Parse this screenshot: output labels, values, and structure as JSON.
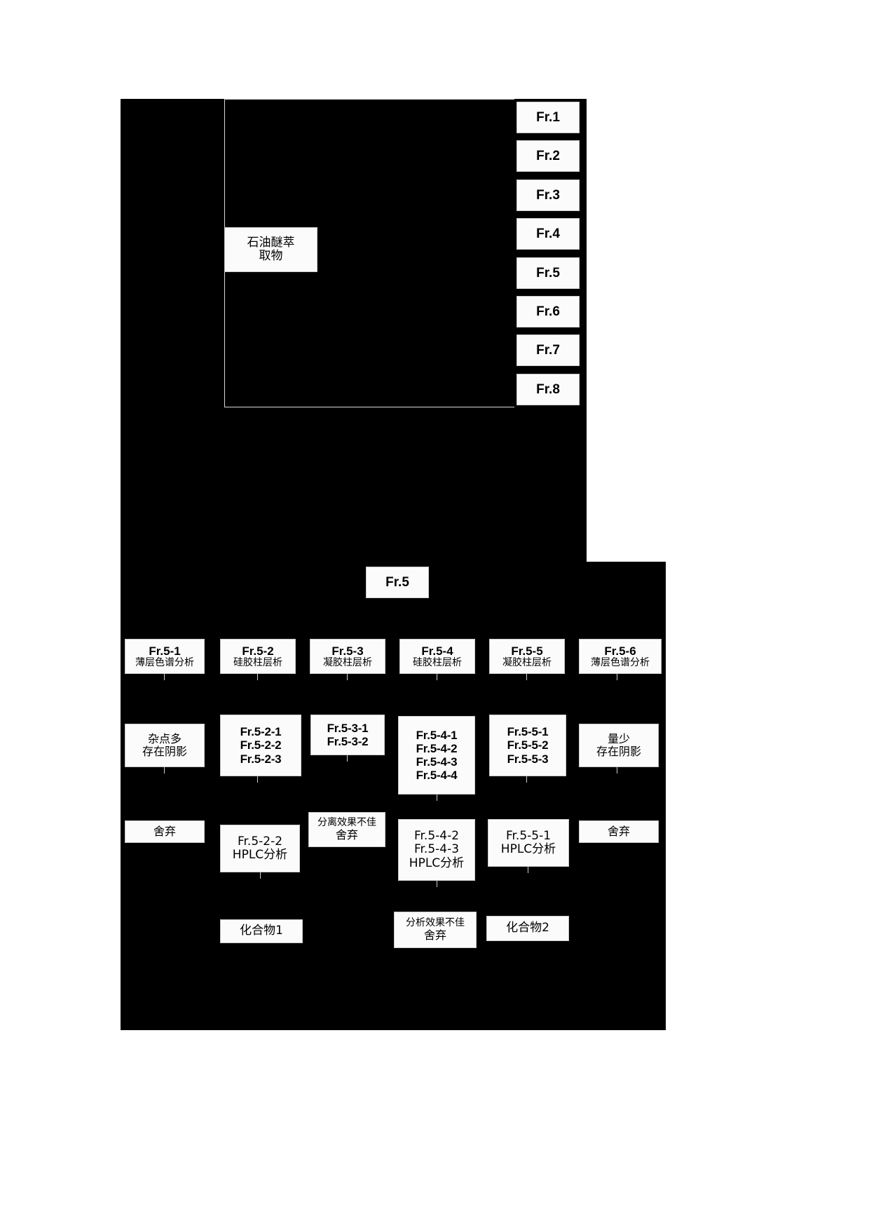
{
  "diagram": {
    "title": "Petroleum ether extract fractionation flowchart",
    "colors": {
      "panel_bg": "#000000",
      "box_bg": "#fbfbfb",
      "box_border": "#c9c9c9",
      "page_bg": "#ffffff"
    }
  },
  "top": {
    "source": {
      "line1": "石油醚萃",
      "line2": "取物"
    },
    "fractions": [
      {
        "label": "Fr.1"
      },
      {
        "label": "Fr.2"
      },
      {
        "label": "Fr.3"
      },
      {
        "label": "Fr.4"
      },
      {
        "label": "Fr.5"
      },
      {
        "label": "Fr.6"
      },
      {
        "label": "Fr.7"
      },
      {
        "label": "Fr.8"
      }
    ]
  },
  "bottom": {
    "root": {
      "label": "Fr.5"
    },
    "level1": [
      {
        "code": "Fr.5-1",
        "method": "薄层色谱分析"
      },
      {
        "code": "Fr.5-2",
        "method": "硅胶柱层析"
      },
      {
        "code": "Fr.5-3",
        "method": "凝胶柱层析"
      },
      {
        "code": "Fr.5-4",
        "method": "硅胶柱层析"
      },
      {
        "code": "Fr.5-5",
        "method": "凝胶柱层析"
      },
      {
        "code": "Fr.5-6",
        "method": "薄层色谱分析"
      }
    ],
    "level2": [
      {
        "kind": "note",
        "lines": [
          "杂点多",
          "存在阴影"
        ]
      },
      {
        "kind": "list",
        "lines": [
          "Fr.5-2-1",
          "Fr.5-2-2",
          "Fr.5-2-3"
        ]
      },
      {
        "kind": "list",
        "lines": [
          "Fr.5-3-1",
          "Fr.5-3-2"
        ]
      },
      {
        "kind": "list",
        "lines": [
          "Fr.5-4-1",
          "Fr.5-4-2",
          "Fr.5-4-3",
          "Fr.5-4-4"
        ]
      },
      {
        "kind": "list",
        "lines": [
          "Fr.5-5-1",
          "Fr.5-5-2",
          "Fr.5-5-3"
        ]
      },
      {
        "kind": "note",
        "lines": [
          "量少",
          "存在阴影"
        ]
      }
    ],
    "level3": [
      {
        "kind": "note",
        "lines": [
          "舍弃"
        ]
      },
      {
        "kind": "list",
        "lines": [
          "Fr.5-2-2",
          "HPLC分析"
        ]
      },
      {
        "kind": "note",
        "lines": [
          "分离效果不佳",
          "舍弃"
        ]
      },
      {
        "kind": "list",
        "lines": [
          "Fr.5-4-2",
          "Fr.5-4-3",
          "HPLC分析"
        ]
      },
      {
        "kind": "list",
        "lines": [
          "Fr.5-5-1",
          "HPLC分析"
        ]
      },
      {
        "kind": "note",
        "lines": [
          "舍弃"
        ]
      }
    ],
    "level4": [
      {
        "kind": "result",
        "lines": [
          "化合物1"
        ]
      },
      {
        "kind": "note",
        "lines": [
          "分析效果不佳",
          "舍弃"
        ]
      },
      {
        "kind": "result",
        "lines": [
          "化合物2"
        ]
      }
    ]
  }
}
